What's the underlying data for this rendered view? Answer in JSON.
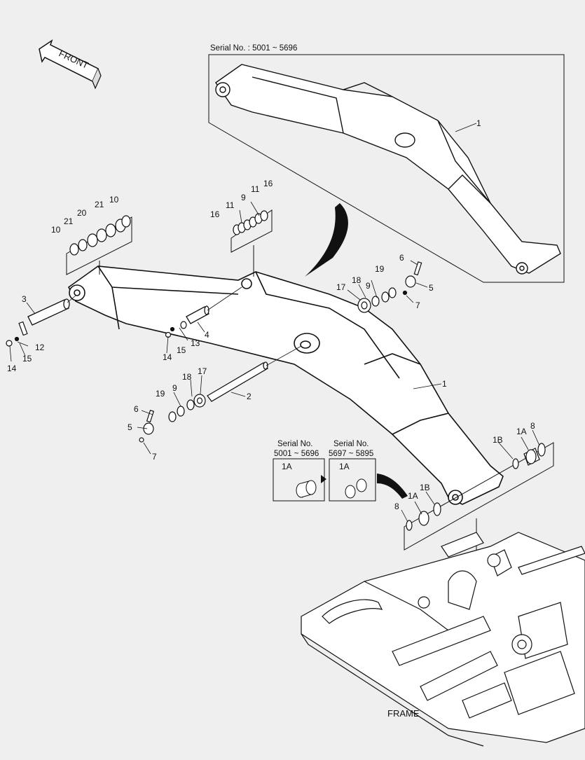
{
  "front_label": "FRONT",
  "inset_serial_label": "Serial No. : 5001 ~ 5696",
  "frame_label": "FRAME",
  "variant_box_1": {
    "line1": "Serial No.",
    "line2": "5001 ~ 5696",
    "part": "1A"
  },
  "variant_box_2": {
    "line1": "Serial No.",
    "line2": "5697 ~ 5895",
    "part": "1A"
  },
  "callouts": [
    "1",
    "1",
    "2",
    "3",
    "4",
    "5",
    "5",
    "6",
    "6",
    "7",
    "7",
    "8",
    "8",
    "9",
    "9",
    "9",
    "10",
    "10",
    "11",
    "11",
    "12",
    "13",
    "14",
    "14",
    "15",
    "15",
    "16",
    "16",
    "17",
    "17",
    "18",
    "18",
    "19",
    "19",
    "20",
    "21",
    "21",
    "1A",
    "1A",
    "1B",
    "1B"
  ]
}
